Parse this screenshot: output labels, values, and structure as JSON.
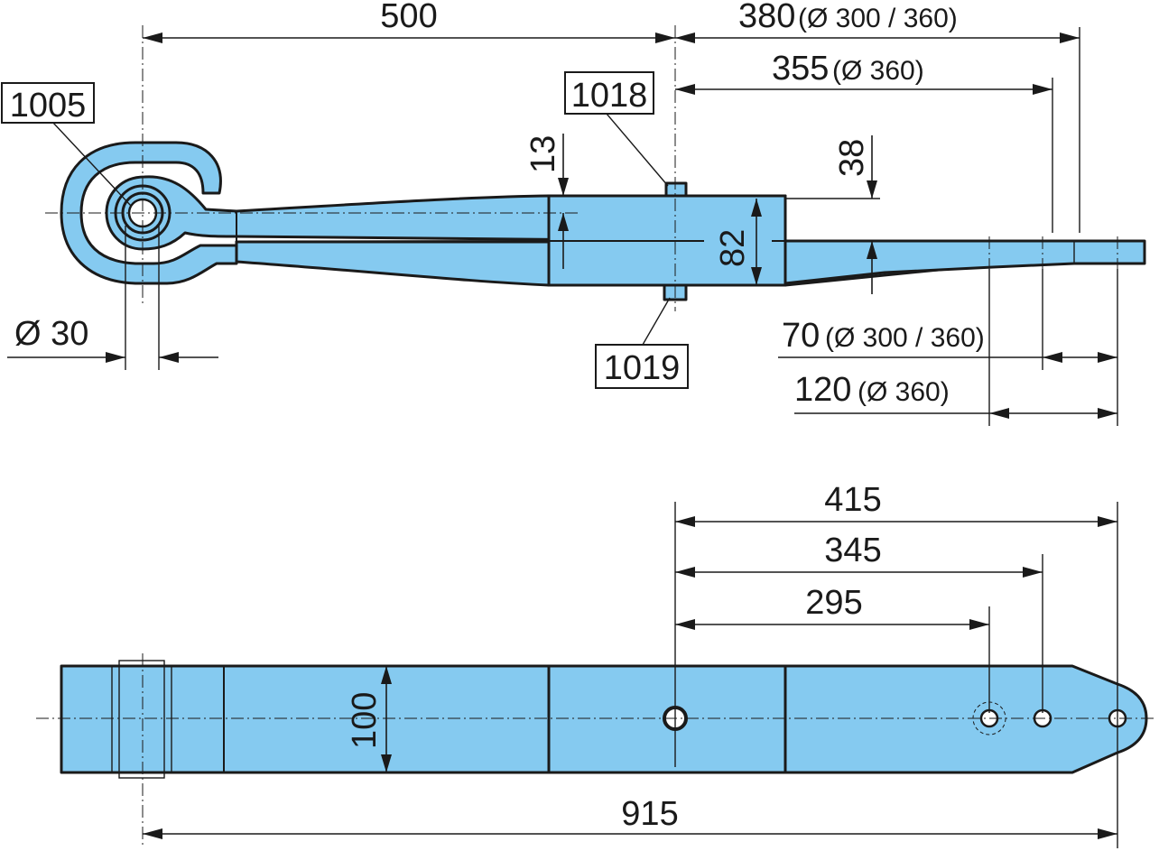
{
  "side_view": {
    "dim_500": "500",
    "dim_380": "380",
    "dim_380_note": "(Ø 300 / 360)",
    "dim_355": "355",
    "dim_355_note": "(Ø 360)",
    "dim_13": "13",
    "dim_38": "38",
    "dim_82": "82",
    "dim_eye": "Ø 30",
    "dim_70": "70",
    "dim_70_note": "(Ø 300 / 360)",
    "dim_120": "120",
    "dim_120_note": "(Ø 360)"
  },
  "callouts": {
    "eye_bushing": "1005",
    "top_bolt": "1018",
    "bottom_nut": "1019"
  },
  "top_view": {
    "dim_415": "415",
    "dim_345": "345",
    "dim_295": "295",
    "dim_100": "100",
    "dim_915": "915"
  },
  "colors": {
    "part_fill": "#85caf0",
    "line": "#1a1a1a"
  }
}
